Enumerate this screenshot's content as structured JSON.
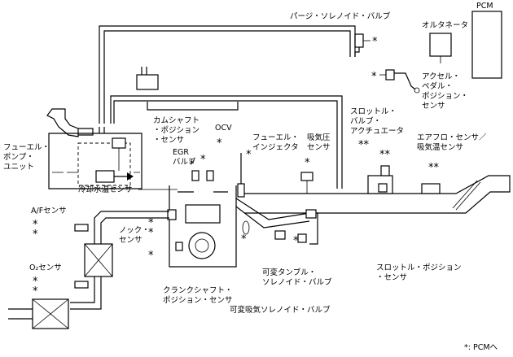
{
  "labels": {
    "pcm": "PCM",
    "alternator": "オルタネータ",
    "purge_solenoid_valve": "パージ・ソレノイド・バルブ",
    "accel_l1": "アクセル・",
    "accel_l2": "ペダル・",
    "accel_l3": "ポジション・",
    "accel_l4": "センサ",
    "fuel_pump_l1": "フューエル・",
    "fuel_pump_l2": "ポンプ・",
    "fuel_pump_l3": "ユニット",
    "cam_l1": "カムシャフト",
    "cam_l2": "・ポジション",
    "cam_l3": "・センサ",
    "ocv": "OCV",
    "injector_l1": "フューエル・",
    "injector_l2": "インジェクタ",
    "map_l1": "吸気圧",
    "map_l2": "センサ",
    "throttle_act_l1": "スロットル・",
    "throttle_act_l2": "バルブ・",
    "throttle_act_l3": "アクチュエータ",
    "afm_l1": "エアフロ・センサ／",
    "afm_l2": "吸気温センサ",
    "egr_l1": "EGR",
    "egr_l2": "バルブ",
    "coolant_temp": "冷却水温センサ",
    "af_sensor": "A/Fセンサ",
    "knock_l1": "ノック・",
    "knock_l2": "センサ",
    "o2_sensor": "O₂センサ",
    "crank_l1": "クランクシャフト・",
    "crank_l2": "ポジション・センサ",
    "tumble_l1": "可変タンブル・",
    "tumble_l2": "ソレノイド・バルブ",
    "vis": "可変吸気ソレノイド・バルブ",
    "tps_l1": "スロットル・ポジション",
    "tps_l2": "・センサ",
    "legend": "*: PCMへ",
    "ast": "*",
    "ast2": "**"
  }
}
